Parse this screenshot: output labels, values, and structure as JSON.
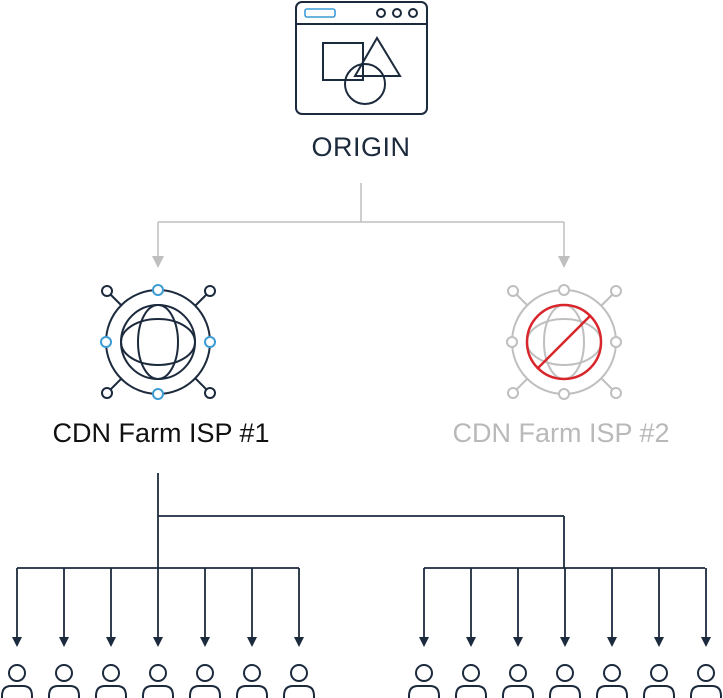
{
  "colors": {
    "navy": "#1c2a3d",
    "blue_node": "#3b9bd6",
    "gray": "#bfbfbf",
    "red": "#d9262c"
  },
  "nodes": {
    "origin": {
      "label": "ORIGIN",
      "icon": "browser-window-icon"
    },
    "cdn1": {
      "label": "CDN Farm ISP #1",
      "icon": "globe-network-icon",
      "status": "active"
    },
    "cdn2": {
      "label": "CDN Farm ISP #2",
      "icon": "globe-network-icon",
      "status": "unavailable"
    }
  },
  "user_groups": [
    {
      "name": "left-users",
      "count": 7,
      "icon": "user-icon"
    },
    {
      "name": "right-users",
      "count": 7,
      "icon": "user-icon"
    }
  ]
}
